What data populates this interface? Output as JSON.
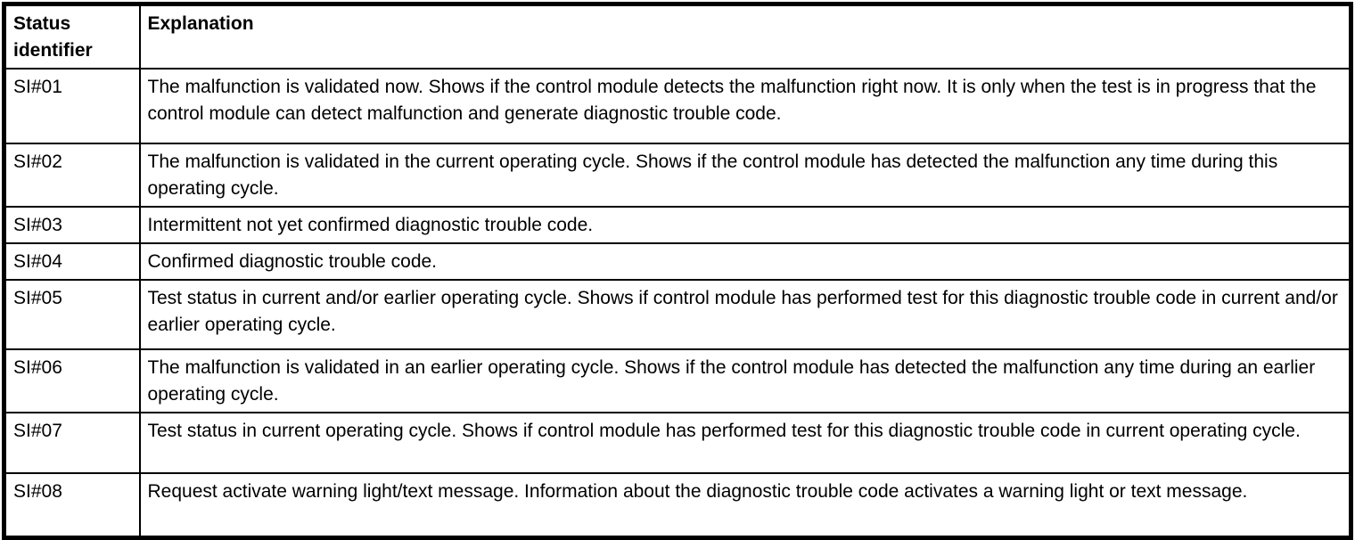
{
  "table": {
    "headers": {
      "status": "Status identifier",
      "explanation": "Explanation"
    },
    "rows": [
      {
        "id": "SI#01",
        "explanation": "The malfunction is validated now. Shows if the control module detects the malfunction right now. It is only when the test is in progress that the control module can detect malfunction and generate diagnostic trouble code."
      },
      {
        "id": "SI#02",
        "explanation": "The malfunction is validated in the current operating cycle. Shows if the control module has detected the malfunction any time during this operating cycle."
      },
      {
        "id": "SI#03",
        "explanation": "Intermittent not yet confirmed diagnostic trouble code."
      },
      {
        "id": "SI#04",
        "explanation": "Confirmed diagnostic trouble code."
      },
      {
        "id": "SI#05",
        "explanation": "Test status in current and/or earlier operating cycle. Shows if control module has performed test for this diagnostic trouble code in current and/or earlier operating cycle."
      },
      {
        "id": "SI#06",
        "explanation": "The malfunction is validated in an earlier operating cycle. Shows if the control module has detected the malfunction any time during an earlier operating cycle."
      },
      {
        "id": "SI#07",
        "explanation": "Test status in current operating cycle. Shows if control module has performed test for this diagnostic trouble code in current operating cycle."
      },
      {
        "id": "SI#08",
        "explanation": "Request activate warning light/text message. Information about the diagnostic trouble code activates a warning light or text message."
      }
    ]
  },
  "colors": {
    "border": "#000000",
    "text": "#000000",
    "background": "#ffffff"
  }
}
